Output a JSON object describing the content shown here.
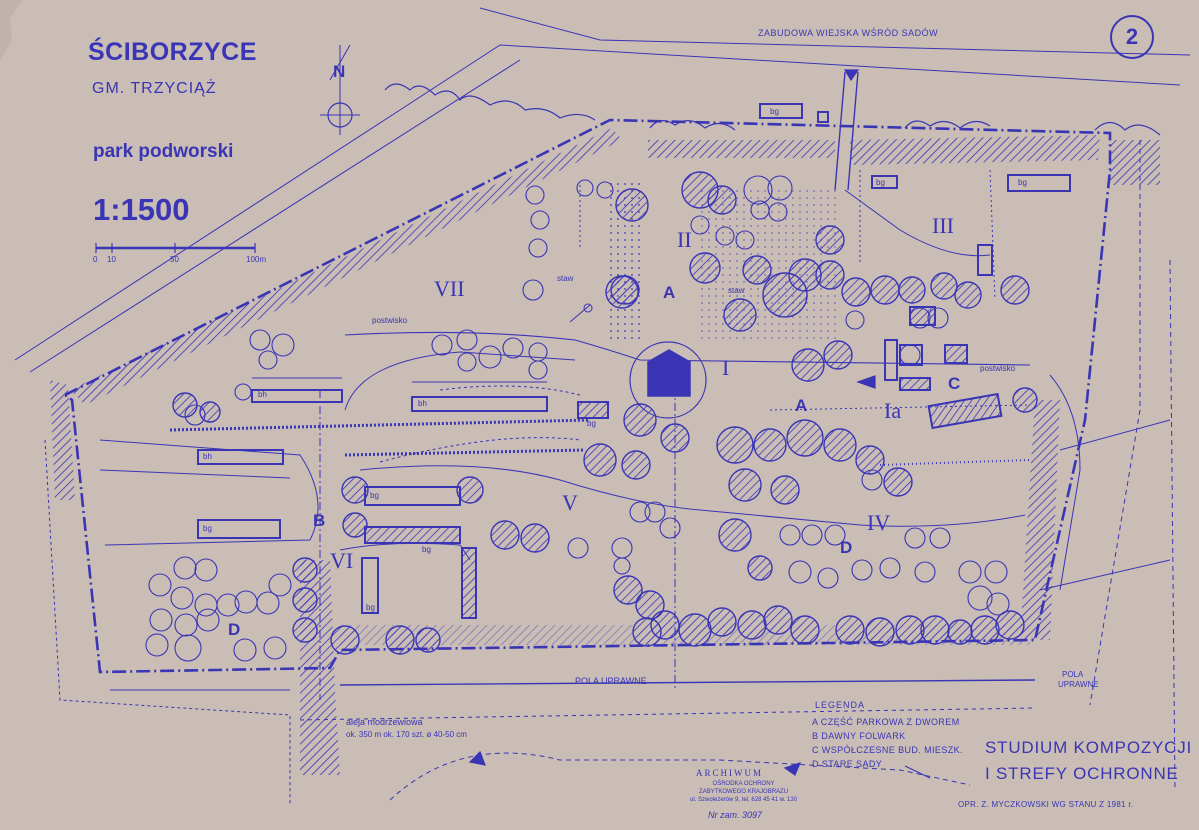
{
  "map": {
    "title": "ŚCIBORZYCE",
    "gmina": "GM. TRZYCIĄŻ",
    "subject": "park podworski",
    "scale": "1:1500",
    "scale_bar": [
      "0",
      "10",
      "50",
      "100m"
    ],
    "north": "N",
    "sheet_number": "2",
    "top_label": "ZABUDOWA WIEJSKA WŚRÓD SADÓW",
    "zones_roman": [
      "I",
      "Ia",
      "II",
      "III",
      "IV",
      "V",
      "VI",
      "VII"
    ],
    "zones_letter": [
      "A",
      "A",
      "B",
      "C",
      "D",
      "D"
    ],
    "building_labels": {
      "bg": "bg",
      "bh": "bh"
    },
    "place_labels": {
      "staw": "staw",
      "postwisko": "postwisko",
      "pola_uprawne": "POLA UPRAWNE",
      "pola_uprawne_right_1": "POLA",
      "pola_uprawne_right_2": "UPRAWNE",
      "aleja_1": "aleja modrzewiowa",
      "aleja_2": "ok. 350 m  ok. 170 szt. ø 40-50 cm"
    },
    "legend": {
      "title": "LEGENDA",
      "items": [
        "A  CZĘŚĆ PARKOWA Z DWOREM",
        "B  DAWNY FOLWARK",
        "C  WSPÓŁCZESNE BUD. MIESZK.",
        "D  STARE SADY"
      ]
    },
    "study_title_1": "STUDIUM KOMPOZYCJI",
    "study_title_2": "I STREFY OCHRONNE",
    "archive": {
      "title": "ARCHIWUM",
      "line1": "OŚRODKA OCHRONY",
      "line2": "ZABYTKOWEGO KRAJOBRAZU",
      "line3": "ul. Szwoleżerów 9, tel. 628 45 41 w. 130"
    },
    "inventory_number": "Nr zam. 3097",
    "credit": "OPR. Z. MYCZKOWSKI  WG STANU Z 1981 r."
  },
  "colors": {
    "paper": "#c9bdb6",
    "ink": "#3a35b5"
  }
}
